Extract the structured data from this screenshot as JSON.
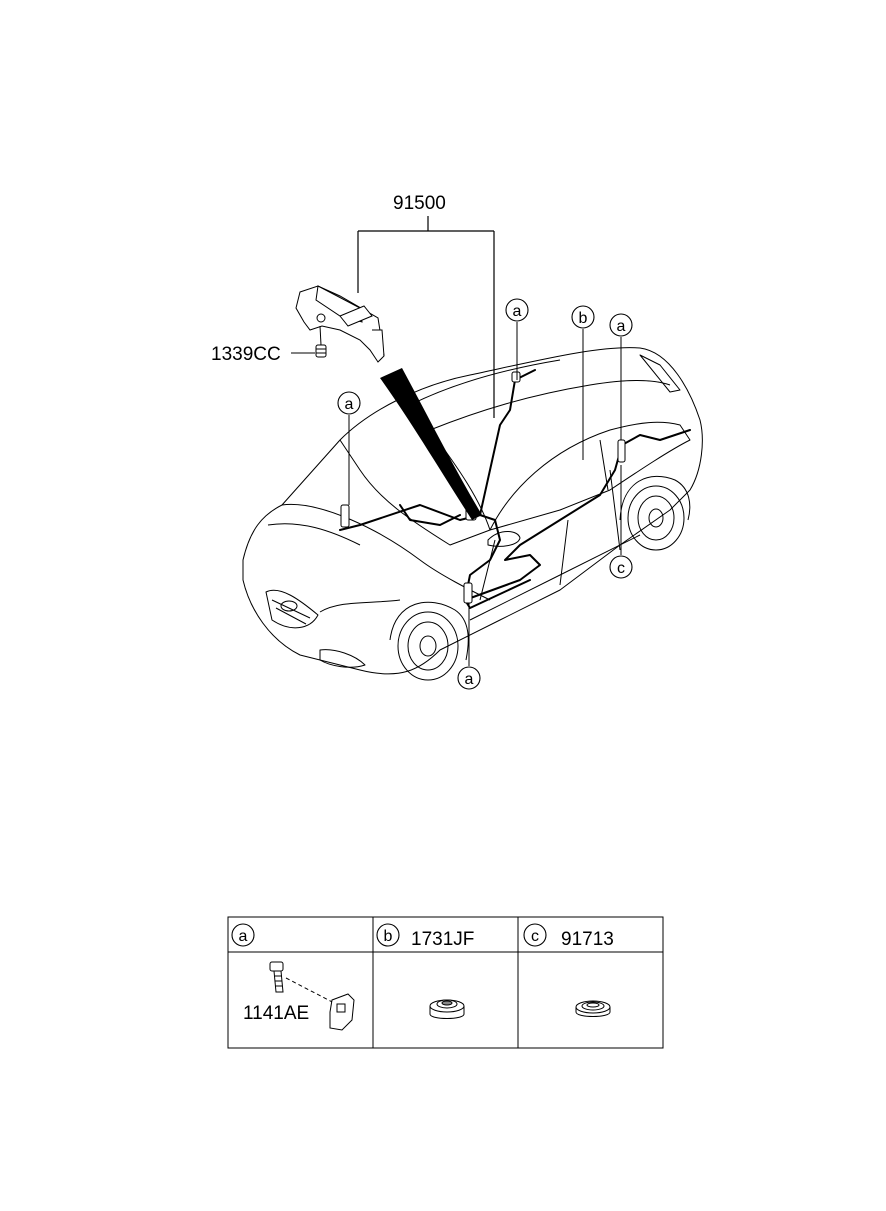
{
  "diagram": {
    "main_part": "91500",
    "bolt_part": "1339CC",
    "callouts": {
      "a": "a",
      "b": "b",
      "c": "c"
    }
  },
  "parts_table": {
    "cells": [
      {
        "letter": "a",
        "part": "1141AE"
      },
      {
        "letter": "b",
        "part": "1731JF"
      },
      {
        "letter": "c",
        "part": "91713"
      }
    ]
  }
}
